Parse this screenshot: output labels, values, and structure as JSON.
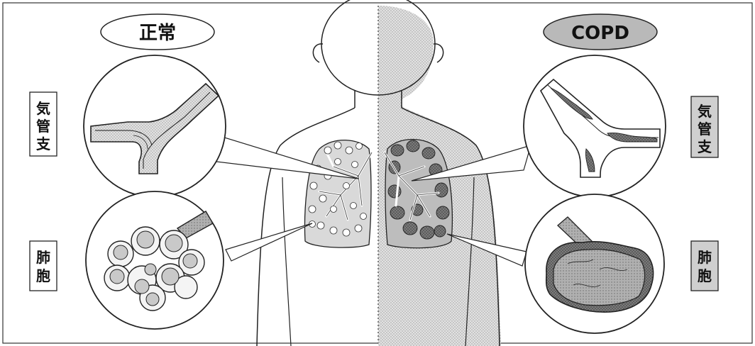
{
  "left_section": {
    "title": "正常",
    "bronchi_label": "気管支",
    "alveoli_label": "肺胞"
  },
  "right_section": {
    "title": "COPD",
    "bronchi_label": "気管支",
    "alveoli_label": "肺胞"
  },
  "colors": {
    "normal_fill": "#d4d4d4",
    "copd_body": "#dcdcdc",
    "copd_dark": "#6f6f6f",
    "label_box_copd": "#cfcfcf",
    "outline": "#1a1a1a"
  }
}
